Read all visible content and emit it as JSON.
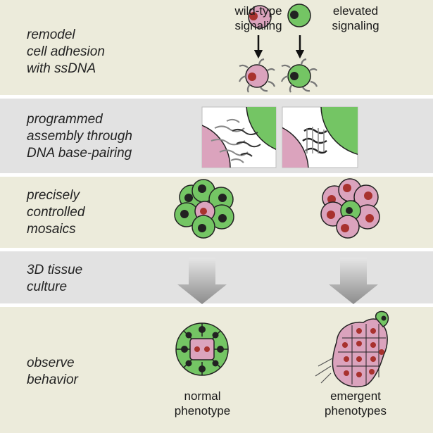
{
  "columns": {
    "left": "wild-type\nsignaling",
    "right": "elevated\nsignaling"
  },
  "steps": [
    {
      "label": "remodel\ncell adhesion\nwith ssDNA"
    },
    {
      "label": "programmed\nassembly through\nDNA base-pairing"
    },
    {
      "label": "precisely\ncontrolled\nmosaics"
    },
    {
      "label": "3D tissue\nculture"
    },
    {
      "label": "observe\nbehavior"
    }
  ],
  "phenotypes": {
    "left": "normal\nphenotype",
    "right": "emergent\nphenotypes"
  },
  "colors": {
    "wild_type_cell": "#dba3bd",
    "elevated_cell": "#74c564",
    "nucleus": "#a8322e",
    "nucleus_dark": "#222222",
    "band_beige": "#ecebdb",
    "band_gray": "#e2e2e2"
  }
}
